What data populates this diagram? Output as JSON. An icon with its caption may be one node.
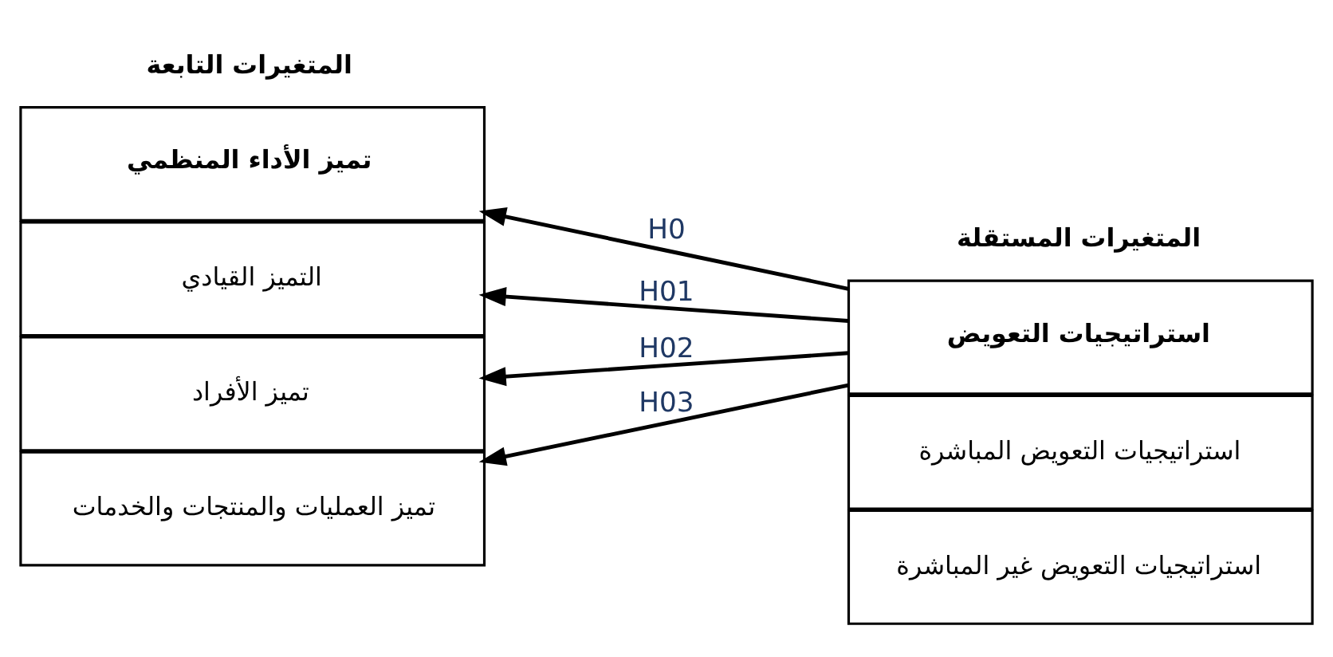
{
  "diagram": {
    "nodes": [
      {
        "text": [
          "استراتيجيات التعويض"
        ]
      },
      {
        "text": [
          "استراتيجيات التعويض المباشرة"
        ]
      },
      {
        "text": [
          "استراتيجيات التعويض غير المباشرة"
        ]
      },
      {
        "text": [
          "تميز الأداء المنظمي"
        ]
      },
      {
        "text": [
          "التميز القيادي"
        ]
      },
      {
        "text": [
          "تميز الأفراد"
        ]
      },
      {
        "text": [
          "تميز العمليات والمنتجات والخدمات"
        ]
      }
    ],
    "edges": [
      {
        "from": 0,
        "to": 3,
        "arrow": "to",
        "label": "H0"
      },
      {
        "from": 0,
        "to": 4,
        "arrow": "to",
        "label": "H01"
      },
      {
        "from": 0,
        "to": 5,
        "arrow": "to",
        "label": "H02"
      },
      {
        "from": 0,
        "to": 6,
        "arrow": "to",
        "label": "H03"
      }
    ],
    "labels": [
      "المتغيرات المستقلة",
      "المتغيرات التابعة"
    ]
  }
}
